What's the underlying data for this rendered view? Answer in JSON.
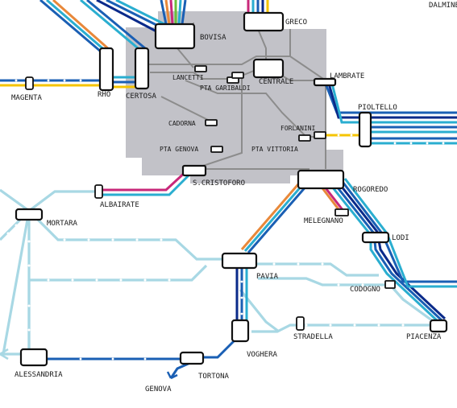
{
  "map": {
    "colors": {
      "urban_area": "#c2c2c8",
      "line_light": "#a8d8e4",
      "line_cyan": "#2aaed0",
      "line_blue": "#1a5fb4",
      "line_navy": "#0a2a8a",
      "line_orange": "#e8883a",
      "line_yellow": "#f5c400",
      "line_magenta": "#c8287a",
      "line_grey": "#8c8c8c",
      "station_fill": "#ffffff",
      "station_stroke": "#111111"
    },
    "stations": {
      "dalmine": "DALMINE",
      "greco": "GRECO",
      "bovisa": "BOVISA",
      "magenta": "MAGENTA",
      "rho": "RHO",
      "certosa": "CERTOSA",
      "lancetti": "LANCETTI",
      "pta_garibaldi": "PTA GARIBALDI",
      "centrale": "CENTRALE",
      "lambrate": "LAMBRATE",
      "pioltello": "PIOLTELLO",
      "cadorna": "CADORNA",
      "forlanini": "FORLANINI",
      "pta_genova": "PTA GENOVA",
      "pta_vittoria": "PTA VITTORIA",
      "s_cristoforo": "S.CRISTOFORO",
      "rogoredo": "ROGOREDO",
      "albairate": "ALBAIRATE",
      "mortara": "MORTARA",
      "melegnano": "MELEGNANO",
      "lodi": "LODI",
      "pavia": "PAVIA",
      "codogno": "CODOGNO",
      "stradella": "STRADELLA",
      "piacenza": "PIACENZA",
      "voghera": "VOGHERA",
      "alessandria": "ALESSANDRIA",
      "tortona": "TORTONA",
      "genova": "GENOVA"
    }
  }
}
